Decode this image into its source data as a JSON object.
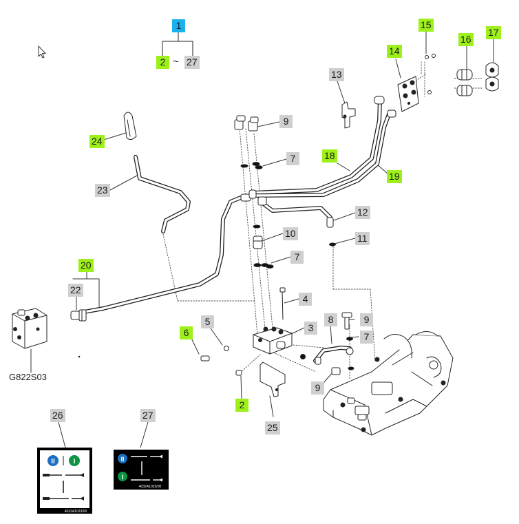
{
  "colors": {
    "header": "#1ab2ee",
    "highlight": "#9ef01b",
    "plain": "#cfcfcf",
    "line": "#222222",
    "leader": "#666666"
  },
  "header_callout": "1",
  "range": {
    "from": "2",
    "to": "27",
    "sep": "~"
  },
  "callouts": [
    {
      "id": "c15",
      "text": "15",
      "style": "highlight"
    },
    {
      "id": "c14",
      "text": "14",
      "style": "highlight"
    },
    {
      "id": "c16",
      "text": "16",
      "style": "highlight"
    },
    {
      "id": "c17",
      "text": "17",
      "style": "highlight"
    },
    {
      "id": "c13",
      "text": "13",
      "style": "plain"
    },
    {
      "id": "c9a",
      "text": "9",
      "style": "plain"
    },
    {
      "id": "c7a",
      "text": "7",
      "style": "plain"
    },
    {
      "id": "c18",
      "text": "18",
      "style": "highlight"
    },
    {
      "id": "c19",
      "text": "19",
      "style": "highlight"
    },
    {
      "id": "c24",
      "text": "24",
      "style": "highlight"
    },
    {
      "id": "c23",
      "text": "23",
      "style": "plain"
    },
    {
      "id": "c12",
      "text": "12",
      "style": "plain"
    },
    {
      "id": "c10",
      "text": "10",
      "style": "plain"
    },
    {
      "id": "c11",
      "text": "11",
      "style": "plain"
    },
    {
      "id": "c7b",
      "text": "7",
      "style": "plain"
    },
    {
      "id": "c20",
      "text": "20",
      "style": "highlight"
    },
    {
      "id": "c22",
      "text": "22",
      "style": "plain"
    },
    {
      "id": "c4",
      "text": "4",
      "style": "plain"
    },
    {
      "id": "c8",
      "text": "8",
      "style": "plain"
    },
    {
      "id": "c9b",
      "text": "9",
      "style": "plain"
    },
    {
      "id": "c5",
      "text": "5",
      "style": "plain"
    },
    {
      "id": "c3",
      "text": "3",
      "style": "plain"
    },
    {
      "id": "c7c",
      "text": "7",
      "style": "plain"
    },
    {
      "id": "c6",
      "text": "6",
      "style": "highlight"
    },
    {
      "id": "c9c",
      "text": "9",
      "style": "plain"
    },
    {
      "id": "c2",
      "text": "2",
      "style": "highlight"
    },
    {
      "id": "c25",
      "text": "25",
      "style": "plain"
    },
    {
      "id": "c26",
      "text": "26",
      "style": "plain"
    },
    {
      "id": "c27",
      "text": "27",
      "style": "plain"
    }
  ],
  "ref_label": "G822S03",
  "decal_26": {
    "ring1": "II",
    "ring2": "I",
    "code": "4032A1023/00"
  },
  "decal_27": {
    "ring1": "II",
    "ring2": "I",
    "code": "4032A1023/00"
  }
}
